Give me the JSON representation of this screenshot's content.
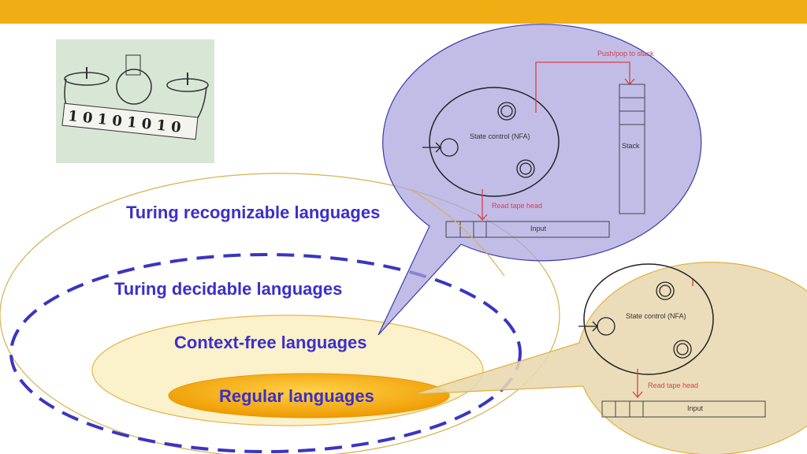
{
  "slide": {
    "accent_color": "#F0AE14",
    "image": {
      "description_icon": "turing-machine-picture",
      "tape_lettering": "1 0 1 0 1 0 1 0"
    },
    "languages": {
      "recognizable": "Turing recognizable languages",
      "decidable": "Turing decidable languages",
      "context_free": "Context-free languages",
      "regular": "Regular languages"
    },
    "pda_callout": {
      "push_pop": "Push/pop to stack",
      "state_control": "State control (NFA)",
      "stack": "Stack",
      "read_head": "Read tape head",
      "input": "Input"
    },
    "nfa_callout": {
      "state_control": "State control (NFA)",
      "read_head": "Read tape head",
      "input": "Input"
    },
    "colors": {
      "label": "#3B2FC9",
      "pda_fill": "#B8B4E4",
      "nfa_fill": "#E8D8B0",
      "regular_fill": "#F5A800",
      "decidable_dash": "#3A35C0"
    }
  }
}
